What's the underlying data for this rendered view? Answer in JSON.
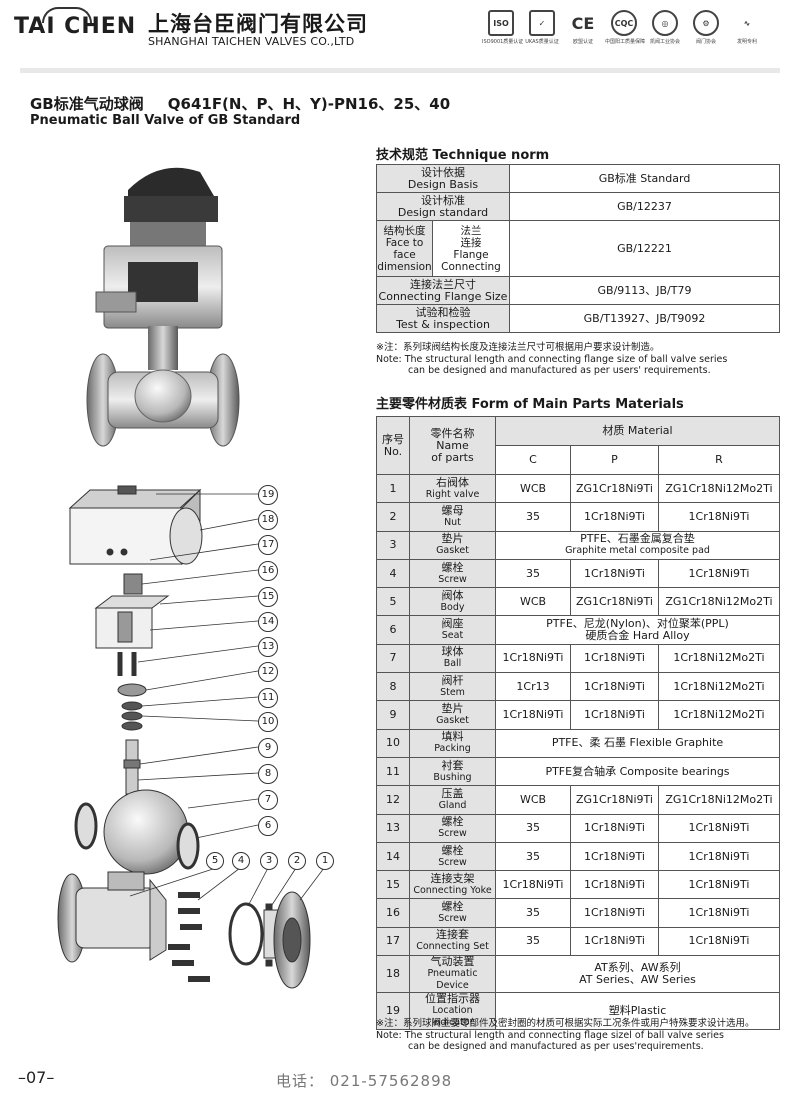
{
  "header": {
    "logo_text": "TAI CHEN",
    "company_cn": "上海台臣阀门有限公司",
    "company_en": "SHANGHAI TAICHEN VALVES CO.,LTD",
    "certs": [
      {
        "icon": "ISO",
        "label": "ISO9001质量认证"
      },
      {
        "icon": "✓",
        "label": "UKAS质量认证"
      },
      {
        "icon": "CE",
        "label": "欧盟认证"
      },
      {
        "icon": "CQC",
        "label": "中国阳工质量保障"
      },
      {
        "icon": "◎",
        "label": "凯阀工业协会"
      },
      {
        "icon": "⚙",
        "label": "阀门协会"
      },
      {
        "icon": "∿",
        "label": "发明专利"
      }
    ]
  },
  "title": {
    "cn": "GB标准气动球阀",
    "model": "Q641F(N、P、H、Y)-PN16、25、40",
    "en": "Pneumatic Ball Valve of GB Standard"
  },
  "tech": {
    "heading": "技术规范 Technique norm",
    "rows": [
      {
        "label_cn": "设计依据",
        "label_en": "Design Basis",
        "value": "GB标准 Standard"
      },
      {
        "label_cn": "设计标准",
        "label_en": "Design standard",
        "value": "GB/12237"
      },
      {
        "label_a": "结构长度",
        "label_b": "Face to",
        "label_c": "face",
        "label_d": "dimension",
        "sub_a": "法兰",
        "sub_b": "连接",
        "sub_c": "Flange",
        "sub_d": "Connecting",
        "value": "GB/12221"
      },
      {
        "label_cn": "连接法兰尺寸",
        "label_en": "Connecting Flange Size",
        "value": "GB/9113、JB/T79"
      },
      {
        "label_cn": "试验和检验",
        "label_en": "Test & inspection",
        "value": "GB/T13927、JB/T9092"
      }
    ],
    "note_cn": "※注：系列球阀结构长度及连接法兰尺寸可根据用户要求设计制造。",
    "note_en1": "Note: The structural length and connecting flange size of ball valve series",
    "note_en2": "can be designed and manufactured as per users' requirements."
  },
  "parts": {
    "heading": "主要零件材质表 Form of Main Parts Materials",
    "h_no_cn": "序号",
    "h_no_en": "No.",
    "h_name_cn": "零件名称",
    "h_name_en1": "Name",
    "h_name_en2": "of parts",
    "h_material": "材质   Material",
    "h_c": "C",
    "h_p": "P",
    "h_r": "R",
    "rows": [
      {
        "no": "1",
        "cn": "右阀体",
        "en": "Right valve",
        "c": "WCB",
        "p": "ZG1Cr18Ni9Ti",
        "r": "ZG1Cr18Ni12Mo2Ti"
      },
      {
        "no": "2",
        "cn": "螺母",
        "en": "Nut",
        "c": "35",
        "p": "1Cr18Ni9Ti",
        "r": "1Cr18Ni9Ti"
      },
      {
        "no": "3",
        "cn": "垫片",
        "en": "Gasket",
        "span1": "PTFE、石墨金属复合垫",
        "span2": "Graphite metal composite pad"
      },
      {
        "no": "4",
        "cn": "螺栓",
        "en": "Screw",
        "c": "35",
        "p": "1Cr18Ni9Ti",
        "r": "1Cr18Ni9Ti"
      },
      {
        "no": "5",
        "cn": "阀体",
        "en": "Body",
        "c": "WCB",
        "p": "ZG1Cr18Ni9Ti",
        "r": "ZG1Cr18Ni12Mo2Ti"
      },
      {
        "no": "6",
        "cn": "阀座",
        "en": "Seat",
        "span1": "PTFE、尼龙(Nylon)、对位聚苯(PPL)",
        "span2": "硬质合金 Hard Alloy"
      },
      {
        "no": "7",
        "cn": "球体",
        "en": "Ball",
        "c": "1Cr18Ni9Ti",
        "p": "1Cr18Ni9Ti",
        "r": "1Cr18Ni12Mo2Ti"
      },
      {
        "no": "8",
        "cn": "阀杆",
        "en": "Stem",
        "c": "1Cr13",
        "p": "1Cr18Ni9Ti",
        "r": "1Cr18Ni12Mo2Ti"
      },
      {
        "no": "9",
        "cn": "垫片",
        "en": "Gasket",
        "c": "1Cr18Ni9Ti",
        "p": "1Cr18Ni9Ti",
        "r": "1Cr18Ni12Mo2Ti"
      },
      {
        "no": "10",
        "cn": "填料",
        "en": "Packing",
        "span1": "PTFE、柔   石墨 Flexible Graphite"
      },
      {
        "no": "11",
        "cn": "衬套",
        "en": "Bushing",
        "span1": "PTFE复合轴承 Composite bearings"
      },
      {
        "no": "12",
        "cn": "压盖",
        "en": "Gland",
        "c": "WCB",
        "p": "ZG1Cr18Ni9Ti",
        "r": "ZG1Cr18Ni12Mo2Ti"
      },
      {
        "no": "13",
        "cn": "螺栓",
        "en": "Screw",
        "c": "35",
        "p": "1Cr18Ni9Ti",
        "r": "1Cr18Ni9Ti"
      },
      {
        "no": "14",
        "cn": "螺栓",
        "en": "Screw",
        "c": "35",
        "p": "1Cr18Ni9Ti",
        "r": "1Cr18Ni9Ti"
      },
      {
        "no": "15",
        "cn": "连接支架",
        "en": "Connecting Yoke",
        "c": "1Cr18Ni9Ti",
        "p": "1Cr18Ni9Ti",
        "r": "1Cr18Ni9Ti"
      },
      {
        "no": "16",
        "cn": "螺栓",
        "en": "Screw",
        "c": "35",
        "p": "1Cr18Ni9Ti",
        "r": "1Cr18Ni9Ti"
      },
      {
        "no": "17",
        "cn": "连接套",
        "en": "Connecting Set",
        "c": "35",
        "p": "1Cr18Ni9Ti",
        "r": "1Cr18Ni9Ti"
      },
      {
        "no": "18",
        "cn": "气动装置",
        "en": "Pneumatic Device",
        "span1": "AT系列、AW系列",
        "span2": "AT Series、AW Series"
      },
      {
        "no": "19",
        "cn": "位置指示器",
        "en": "Location Indicator",
        "span1": "塑料Plastic"
      }
    ],
    "note_cn": "※注：系列球阀主要零部件及密封圈的材质可根据实际工况条件或用户特殊要求设计选用。",
    "note_en1": "Note: The structural length and connecting flage sizel of ball valve series",
    "note_en2": "can be designed and manufactured as per uses'requirements."
  },
  "callouts": [
    "19",
    "18",
    "17",
    "16",
    "15",
    "14",
    "13",
    "12",
    "11",
    "10",
    "9",
    "8",
    "7",
    "6"
  ],
  "bottom_callouts": [
    "5",
    "4",
    "3",
    "2",
    "1"
  ],
  "footer": {
    "page": "–07–",
    "tel": "电话：  021-57562898"
  }
}
